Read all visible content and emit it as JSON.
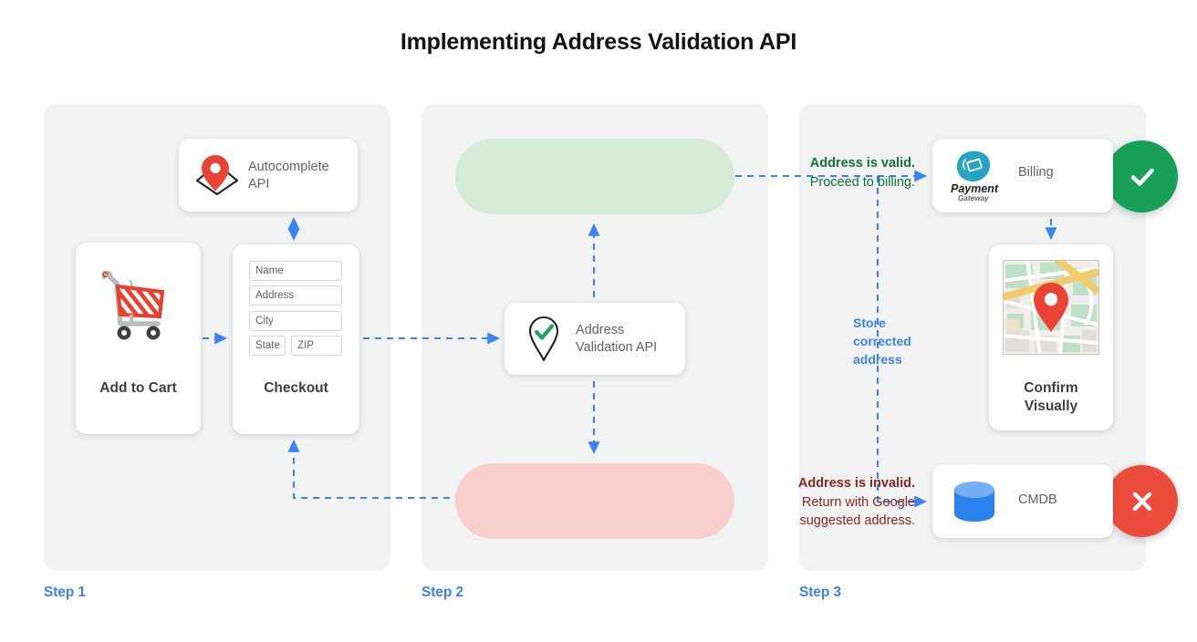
{
  "page": {
    "title": "Implementing Address Validation API",
    "background": "#ffffff",
    "accent_blue": "#3b82f6",
    "panel_bg": "#f1f2f2"
  },
  "steps": [
    {
      "label": "Step 1"
    },
    {
      "label": "Step 2"
    },
    {
      "label": "Step 3"
    }
  ],
  "step1": {
    "add_to_cart": {
      "label": "Add to Cart",
      "icon": "shopping-cart-icon"
    },
    "autocomplete": {
      "label": "Autocomplete\nAPI",
      "line1": "Autocomplete",
      "line2": "API",
      "icon": "map-pin-diamond-icon"
    },
    "checkout": {
      "label": "Checkout",
      "fields": [
        {
          "name": "name",
          "placeholder": "Name"
        },
        {
          "name": "address",
          "placeholder": "Address"
        },
        {
          "name": "city",
          "placeholder": "City"
        },
        {
          "name": "state",
          "placeholder": "State"
        },
        {
          "name": "zip",
          "placeholder": "ZIP"
        }
      ]
    }
  },
  "step2": {
    "valid": {
      "line1": "Address is valid.",
      "line2": "Proceed to billing.",
      "badge_icon": "check-icon",
      "bg_color": "#d5ead7",
      "badge_color": "#18a156",
      "text_color": "#14713a"
    },
    "invalid": {
      "line1": "Address is invalid.",
      "line2": "Return with Google",
      "line3": "suggested address.",
      "badge_icon": "close-x-icon",
      "bg_color": "#f8cfcc",
      "badge_color": "#ec4c3b",
      "text_color": "#8c2620"
    },
    "validation_api": {
      "line1": "Address",
      "line2": "Validation API",
      "icon": "pin-check-icon"
    }
  },
  "step3": {
    "billing": {
      "label": "Billing",
      "icon": "payment-gateway-logo",
      "logo_line1": "Payment",
      "logo_line2": "Gateway"
    },
    "confirm": {
      "line1": "Confirm",
      "line2": "Visually",
      "icon": "map-thumbnail-icon"
    },
    "cmdb": {
      "label": "CMDB",
      "icon": "database-cylinder-icon"
    },
    "store_note": {
      "line1": "Store",
      "line2": "corrected",
      "line3": "address"
    }
  }
}
